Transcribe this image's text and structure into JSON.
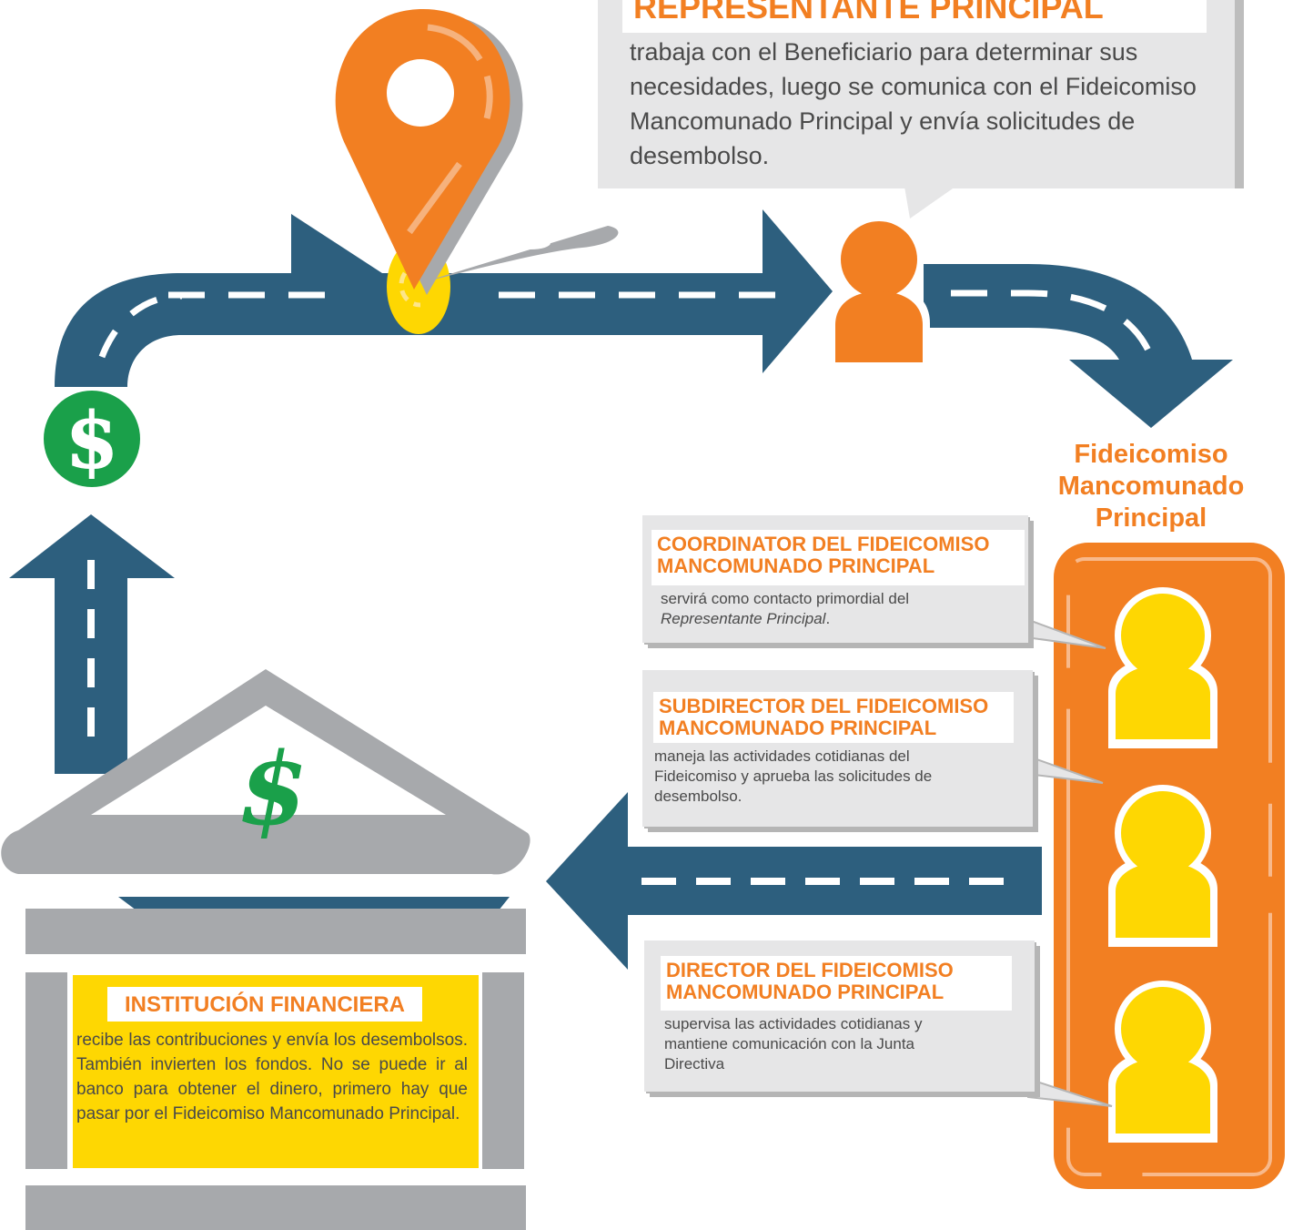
{
  "representative": {
    "title": "REPRESENTANTE PRINCIPAL",
    "description": "trabaja con el Beneficiario para determinar sus necesidades, luego se comunica con el Fideicomiso Mancomunado Principal y envía solicitudes de desembolso."
  },
  "trust": {
    "label_lines": [
      "Fideicomiso",
      "Mancomunado",
      "Principal"
    ]
  },
  "roles": [
    {
      "title_line1": "COORDINATOR DEL FIDEICOMISO",
      "title_line2": "MANCOMUNADO PRINCIPAL",
      "text_line1": "servirá como contacto primordial del",
      "text_line2_italic": "Representante Principal",
      "text_line2_end": "."
    },
    {
      "title_line1": "SUBDIRECTOR DEL FIDEICOMISO",
      "title_line2": "MANCOMUNADO PRINCIPAL",
      "text": "maneja las actividades cotidianas del Fideicomiso y aprueba las solicitudes de desembolso."
    },
    {
      "title_line1": "DIRECTOR DEL FIDEICOMISO",
      "title_line2": "MANCOMUNADO PRINCIPAL",
      "text": "supervisa las actividades cotidianas y mantiene comunicación con la Junta Directiva"
    }
  ],
  "bank": {
    "title": "INSTITUCIÓN FINANCIERA",
    "description": "recibe las contribuciones y envía los desembolsos. También invierten los fondos. No se puede ir al banco para obtener el dinero, primero hay que pasar por el Fideicomiso Mancomunado Principal.",
    "roof_symbol": "$"
  },
  "coin": {
    "symbol": "$"
  },
  "icons": {
    "pin": "map-pin-icon",
    "representative": "person-icon",
    "trust_members": "person-icon",
    "coin": "dollar-coin-icon",
    "bank": "bank-building-icon"
  },
  "colors": {
    "road": "#2d5f7e",
    "orange": "#f27f22",
    "yellow": "#fed702",
    "gray": "#a7a9ac",
    "light_gray": "#e6e6e7",
    "green": "#1aa04a"
  }
}
